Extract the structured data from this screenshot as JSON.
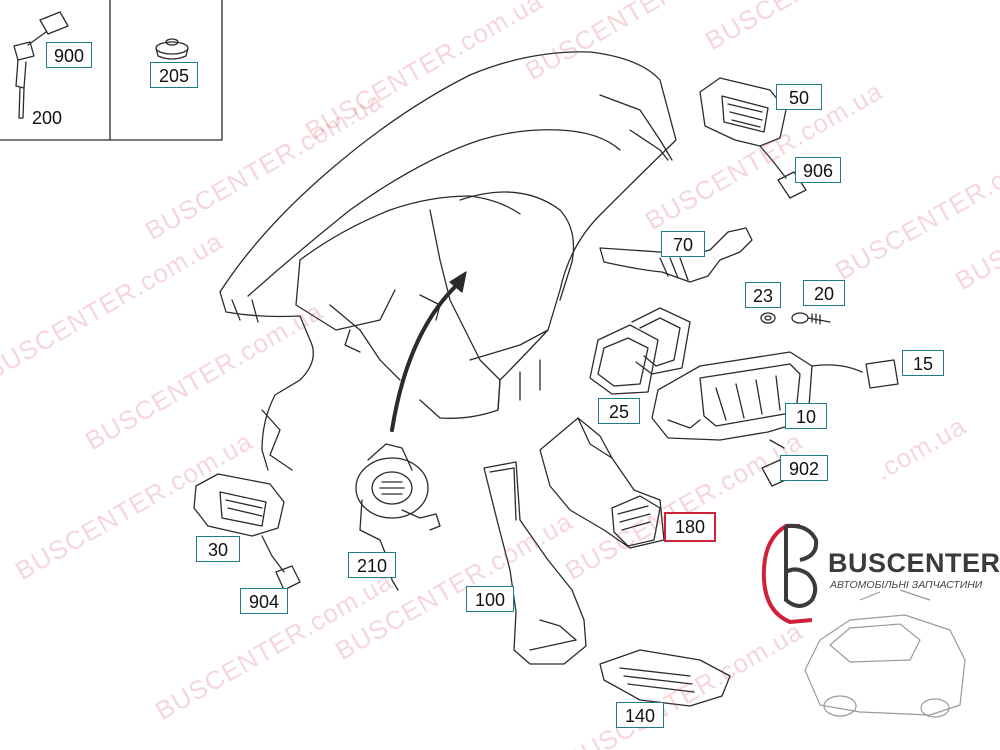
{
  "callouts": {
    "c900": "900",
    "c200": "200",
    "c205": "205",
    "c50": "50",
    "c906": "906",
    "c70": "70",
    "c23": "23",
    "c20": "20",
    "c15": "15",
    "c25": "25",
    "c10": "10",
    "c902": "902",
    "c180": "180",
    "c30": "30",
    "c210": "210",
    "c904": "904",
    "c100": "100",
    "c140": "140"
  },
  "watermark": {
    "brand": "BUSCENTER",
    "domain": "BUSCENTER.com.ua",
    "domain_short": ".com.ua"
  },
  "logo": {
    "name": "BUSCENTER",
    "tagline": "АВТОМОБІЛЬНІ ЗАПЧАСТИНИ",
    "ring_color": "#d0203a",
    "text_color": "#3b3b3b"
  },
  "colors": {
    "callout_border": "#1f7a8c",
    "highlight_border": "#d0203a",
    "line_art": "#2b2b2b"
  }
}
